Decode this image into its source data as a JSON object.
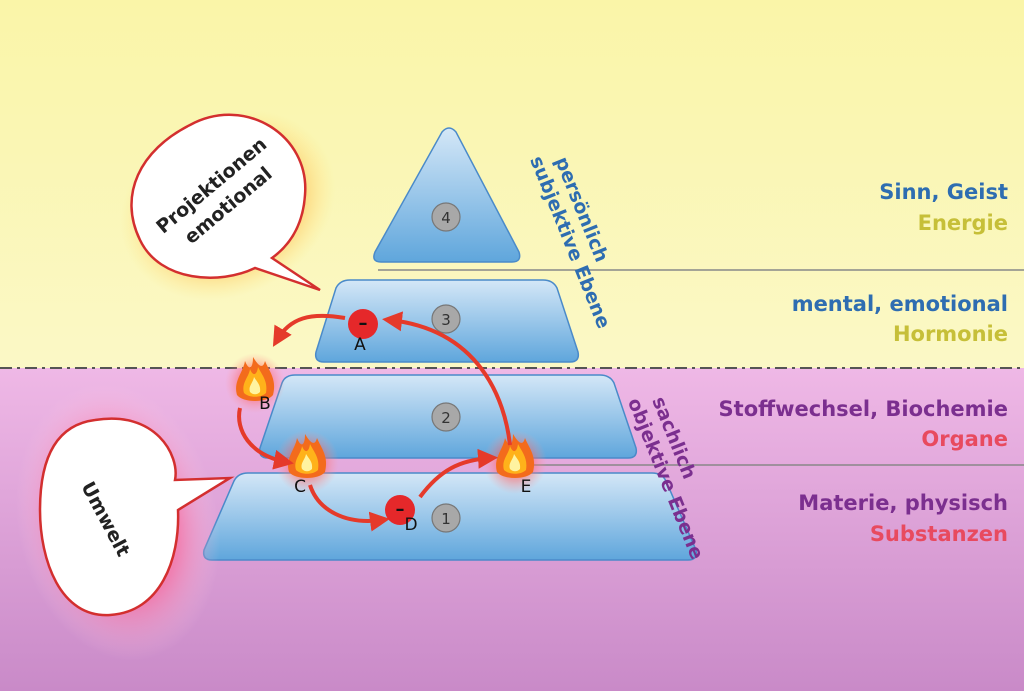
{
  "colors": {
    "top_bg": "#fbf7b6",
    "bottom_bg": "#d79ad3",
    "level_blue": "#2e6db1",
    "energy_olive": "#c6bf38",
    "level_purple": "#7b2f8f",
    "organ_red": "#e84a5f",
    "arrow_red": "#e53a2a"
  },
  "pyramid": {
    "levels": [
      {
        "number": "4"
      },
      {
        "number": "3"
      },
      {
        "number": "2"
      },
      {
        "number": "1"
      }
    ]
  },
  "side_labels": {
    "upper_line1": "persönlich",
    "upper_line2": "subjektive Ebene",
    "lower_line1": "sachlich",
    "lower_line2": "objektive Ebene"
  },
  "right_labels": [
    {
      "primary": "Sinn, Geist",
      "secondary": "Energie"
    },
    {
      "primary": "mental, emotional",
      "secondary": "Hormonie"
    },
    {
      "primary": "Stoffwechsel, Biochemie",
      "secondary": "Organe"
    },
    {
      "primary": "Materie, physisch",
      "secondary": "Substanzen"
    }
  ],
  "bubbles": {
    "projektionen_line1": "Projektionen",
    "projektionen_line2": "emotional",
    "umwelt": "Umwelt"
  },
  "points": {
    "A": "A",
    "B": "B",
    "C": "C",
    "D": "D",
    "E": "E",
    "minus": "–"
  }
}
